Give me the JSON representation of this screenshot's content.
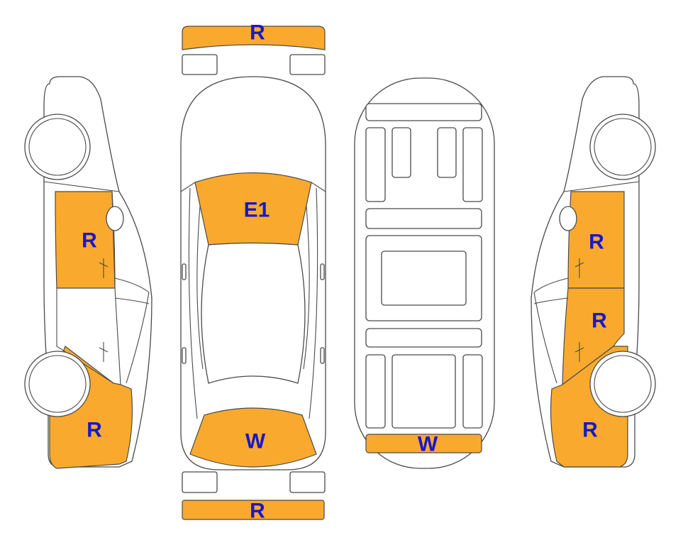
{
  "colors": {
    "damage_fill": "#F9AA2E",
    "label_text": "#1818C8",
    "outline": "#4A4A4A",
    "background": "#FFFFFF"
  },
  "labels": {
    "front_bumper": "R",
    "rear_bumper": "R",
    "windshield": "E1",
    "rear_window": "W",
    "underbody_rear": "W",
    "left_front_door": "R",
    "left_rear_quarter": "R",
    "right_front_door": "R",
    "right_rear_door": "R",
    "right_rear_quarter": "R"
  }
}
